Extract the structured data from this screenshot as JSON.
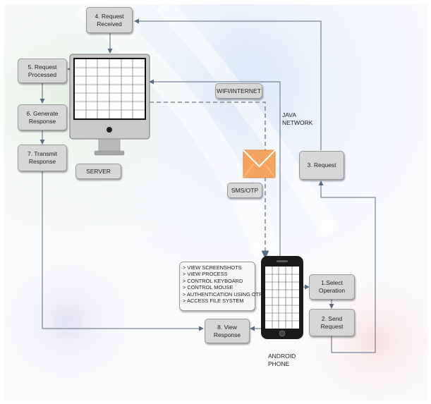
{
  "nodes": {
    "request_received": "4. Request\nReceived",
    "request_processed": "5. Request\nProcessed",
    "generate_response": "6. Generate\nResponse",
    "transmit_response": "7. Transmit\nResponse",
    "server": "SERVER",
    "wifi_internet": "WIFI/INTERNET",
    "sms_otp": "SMS/OTP",
    "request": "3. Request",
    "select_operation": "1.Select Operation",
    "send_request": "2. Send Request",
    "view_response": "8. View Response"
  },
  "labels": {
    "java_network": "JAVA\nNETWORK",
    "android_phone": "ANDROID\nPHONE"
  },
  "features": [
    "> VIEW SCREENSHOTS",
    "> VIEW PROCESS",
    "> CONTROL KEYBOARD",
    "> CONTROL MOUSE",
    "> AUTHENTICATION USING OTP",
    "> ACCESS FILE SYSTEM"
  ],
  "icons": {
    "server": "desktop-monitor-icon",
    "phone": "smartphone-icon",
    "message": "envelope-icon"
  },
  "colors": {
    "node_fill": "#d7d7d7",
    "arrow": "#5a6c80",
    "envelope": "#f5a45e"
  }
}
